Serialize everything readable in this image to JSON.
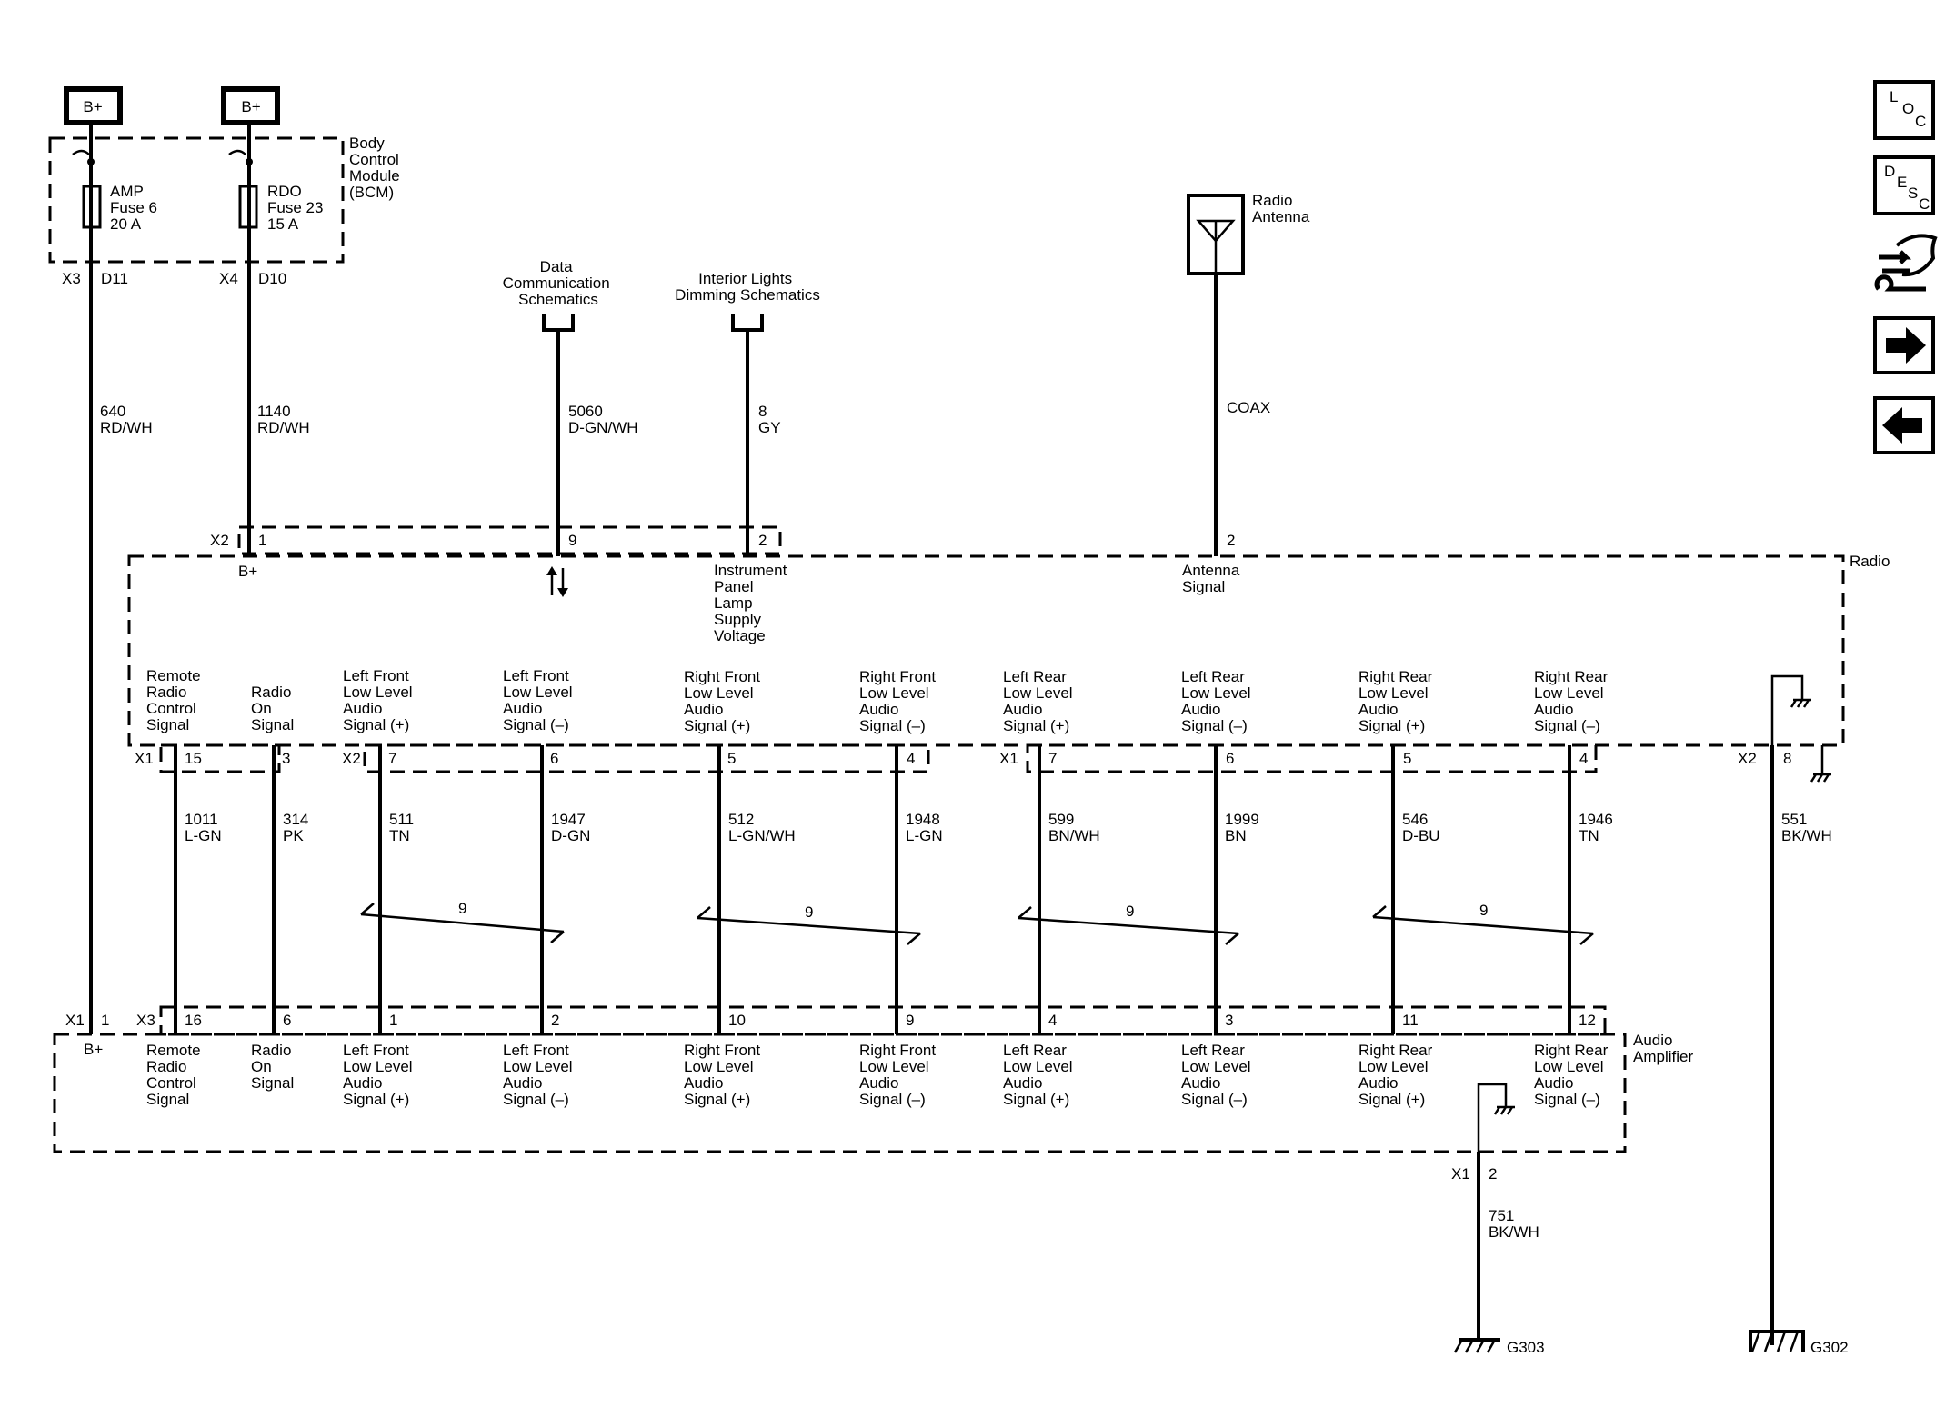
{
  "bplus_boxes": [
    {
      "label": "B+"
    },
    {
      "label": "B+"
    }
  ],
  "bcm": {
    "name": [
      "Body",
      "Control",
      "Module",
      "(BCM)"
    ],
    "fuses": [
      {
        "lines": [
          "AMP",
          "Fuse 6",
          "20 A"
        ]
      },
      {
        "lines": [
          "RDO",
          "Fuse 23",
          "15 A"
        ]
      }
    ],
    "pins": [
      {
        "connector": "X3",
        "pin": "D11"
      },
      {
        "connector": "X4",
        "pin": "D10"
      }
    ]
  },
  "refs": [
    {
      "lines": [
        "Data",
        "Communication",
        "Schematics"
      ]
    },
    {
      "lines": [
        "Interior Lights",
        "Dimming Schematics"
      ]
    }
  ],
  "antenna": {
    "lines": [
      "Radio",
      "Antenna"
    ],
    "wire": "COAX"
  },
  "upper_wires": [
    {
      "circuit": "640",
      "color": "RD/WH"
    },
    {
      "circuit": "1140",
      "color": "RD/WH"
    },
    {
      "circuit": "5060",
      "color": "D-GN/WH"
    },
    {
      "circuit": "8",
      "color": "GY"
    }
  ],
  "radio": {
    "name": "Radio",
    "top_connector": "X2",
    "top_pins": [
      "1",
      "9",
      "2",
      "2"
    ],
    "top_labels": [
      {
        "lines": [
          "B+"
        ]
      },
      {
        "lines": [
          "Instrument",
          "Panel",
          "Lamp",
          "Supply",
          "Voltage"
        ]
      },
      {
        "lines": [
          "Antenna",
          "Signal"
        ]
      }
    ],
    "bottom_connectors": [
      "X1",
      "X2",
      "X1",
      "X2"
    ],
    "bottom_pins": [
      "15",
      "3",
      "7",
      "6",
      "5",
      "4",
      "7",
      "6",
      "5",
      "4",
      "8"
    ]
  },
  "signals": [
    {
      "lines": [
        "Remote",
        "Radio",
        "Control",
        "Signal"
      ]
    },
    {
      "lines": [
        "Radio",
        "On",
        "Signal"
      ]
    },
    {
      "lines": [
        "Left Front",
        "Low Level",
        "Audio",
        "Signal (+)"
      ]
    },
    {
      "lines": [
        "Left Front",
        "Low Level",
        "Audio",
        "Signal (–)"
      ]
    },
    {
      "lines": [
        "Right Front",
        "Low Level",
        "Audio",
        "Signal (+)"
      ]
    },
    {
      "lines": [
        "Right Front",
        "Low Level",
        "Audio",
        "Signal (–)"
      ]
    },
    {
      "lines": [
        "Left Rear",
        "Low Level",
        "Audio",
        "Signal (+)"
      ]
    },
    {
      "lines": [
        "Left Rear",
        "Low Level",
        "Audio",
        "Signal (–)"
      ]
    },
    {
      "lines": [
        "Right Rear",
        "Low Level",
        "Audio",
        "Signal (+)"
      ]
    },
    {
      "lines": [
        "Right Rear",
        "Low Level",
        "Audio",
        "Signal (–)"
      ]
    }
  ],
  "mid_wires": [
    {
      "circuit": "1011",
      "color": "L-GN"
    },
    {
      "circuit": "314",
      "color": "PK"
    },
    {
      "circuit": "511",
      "color": "TN"
    },
    {
      "circuit": "1947",
      "color": "D-GN"
    },
    {
      "circuit": "512",
      "color": "L-GN/WH"
    },
    {
      "circuit": "1948",
      "color": "L-GN"
    },
    {
      "circuit": "599",
      "color": "BN/WH"
    },
    {
      "circuit": "1999",
      "color": "BN"
    },
    {
      "circuit": "546",
      "color": "D-BU"
    },
    {
      "circuit": "1946",
      "color": "TN"
    },
    {
      "circuit": "551",
      "color": "BK/WH"
    }
  ],
  "twists": [
    "9",
    "9",
    "9",
    "9"
  ],
  "amp": {
    "name": [
      "Audio",
      "Amplifier"
    ],
    "connectors": [
      "X1",
      "X3"
    ],
    "pins": [
      "1",
      "16",
      "6",
      "1",
      "2",
      "10",
      "9",
      "4",
      "3",
      "11",
      "12"
    ],
    "bplus": "B+",
    "ground_connector": "X1",
    "ground_pin": "2"
  },
  "ground_wire": {
    "circuit": "751",
    "color": "BK/WH"
  },
  "grounds": [
    "G303",
    "G302"
  ],
  "nav": {
    "loc": [
      "L",
      "O",
      "C"
    ],
    "desc": [
      "D",
      "E",
      "S",
      "C"
    ]
  }
}
